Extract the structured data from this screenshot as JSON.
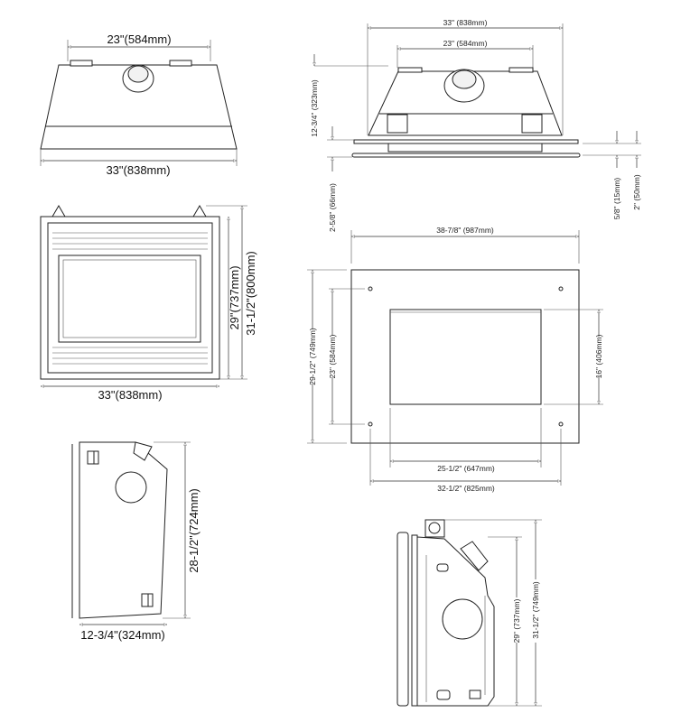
{
  "views": {
    "top_view_left": {
      "inner_width": "23\"(584mm)",
      "outer_width": "33\"(838mm)"
    },
    "front_view": {
      "height_inner": "29\"(737mm)",
      "height_outer": "31-1/2\"(800mm)",
      "width": "33\"(838mm)"
    },
    "side_view_left": {
      "height": "28-1/2\"(724mm)",
      "depth": "12-3/4\"(324mm)"
    },
    "top_view_right": {
      "outer_width": "33\" (838mm)",
      "inner_width": "23\" (584mm)",
      "depth": "12-3/4\" (323mm)",
      "offset": "2-5/8\" (66mm)",
      "flange": "5/8\" (15mm)",
      "plate": "2\" (50mm)"
    },
    "faceplate_view": {
      "overall_width": "38-7/8\" (987mm)",
      "overall_height": "29-1/2\" (749mm)",
      "hole_vertical": "23\" (584mm)",
      "opening_height": "16\" (406mm)",
      "opening_width": "25-1/2\" (647mm)",
      "hole_horizontal": "32-1/2\" (825mm)"
    },
    "side_view_right": {
      "height_inner": "29\" (737mm)",
      "height_outer": "31-1/2\" (749mm)"
    }
  }
}
